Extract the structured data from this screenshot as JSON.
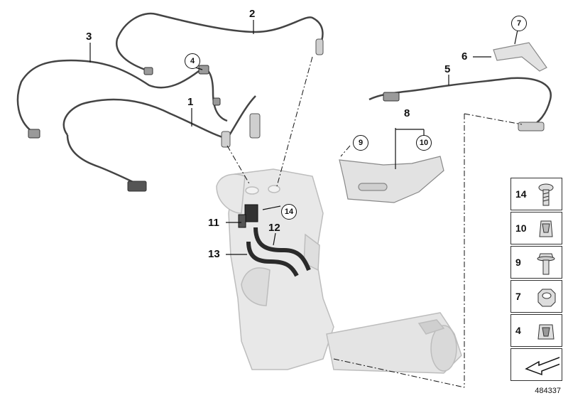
{
  "callouts": {
    "c1": "1",
    "c2": "2",
    "c3": "3",
    "c4": "4",
    "c5": "5",
    "c6": "6",
    "c7": "7",
    "c8": "8",
    "c9": "9",
    "c10": "10",
    "c11": "11",
    "c12": "12",
    "c13": "13",
    "c14": "14"
  },
  "legend": [
    {
      "number": "14",
      "icon": "screw-icon"
    },
    {
      "number": "10",
      "icon": "clip-nut-icon"
    },
    {
      "number": "9",
      "icon": "flange-bolt-icon"
    },
    {
      "number": "7",
      "icon": "hex-nut-icon"
    },
    {
      "number": "4",
      "icon": "spring-clip-icon"
    },
    {
      "number": "",
      "icon": "arrow-icon"
    }
  ],
  "document_number": "484337",
  "colors": {
    "part_fill": "#e6e6e6",
    "part_stroke": "#b8b8b8",
    "wire": "#444444",
    "hose": "#2a2a2a",
    "ink": "#111111"
  }
}
